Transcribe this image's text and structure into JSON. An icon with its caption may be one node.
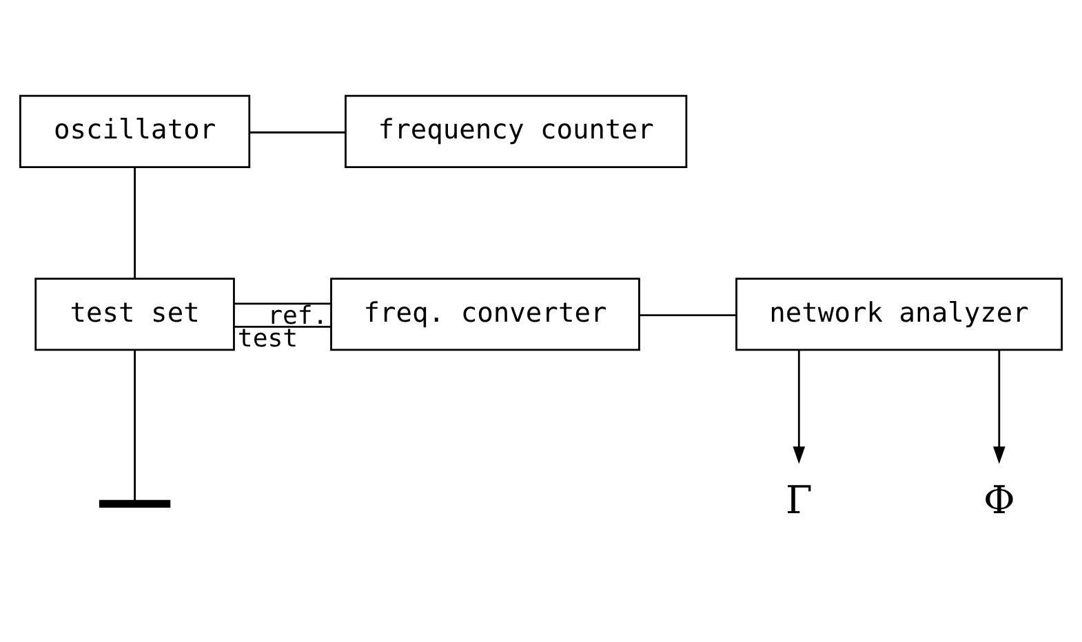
{
  "diagram": {
    "nodes": [
      {
        "text": [
          "oscillator"
        ]
      },
      {
        "text": [
          "frequency counter"
        ]
      },
      {
        "text": [
          "test set"
        ]
      },
      {
        "text": [
          "freq. converter"
        ]
      },
      {
        "text": [
          "network analyzer"
        ]
      },
      {
        "text": [
          "Γ"
        ]
      },
      {
        "text": [
          "Φ"
        ]
      },
      {
        "text": [],
        "shape": "bar"
      }
    ],
    "edges": [
      {
        "from": 0,
        "to": 1,
        "arrow": "none"
      },
      {
        "from": 0,
        "to": 2,
        "arrow": "none"
      },
      {
        "from": 2,
        "to": 3,
        "label": "ref.",
        "arrow": "none"
      },
      {
        "from": 2,
        "to": 3,
        "label": "test",
        "arrow": "none"
      },
      {
        "from": 3,
        "to": 4,
        "arrow": "none"
      },
      {
        "from": 4,
        "to": 5,
        "arrow": "to"
      },
      {
        "from": 4,
        "to": 6,
        "arrow": "to"
      },
      {
        "from": 2,
        "to": 7,
        "arrow": "none"
      }
    ]
  }
}
